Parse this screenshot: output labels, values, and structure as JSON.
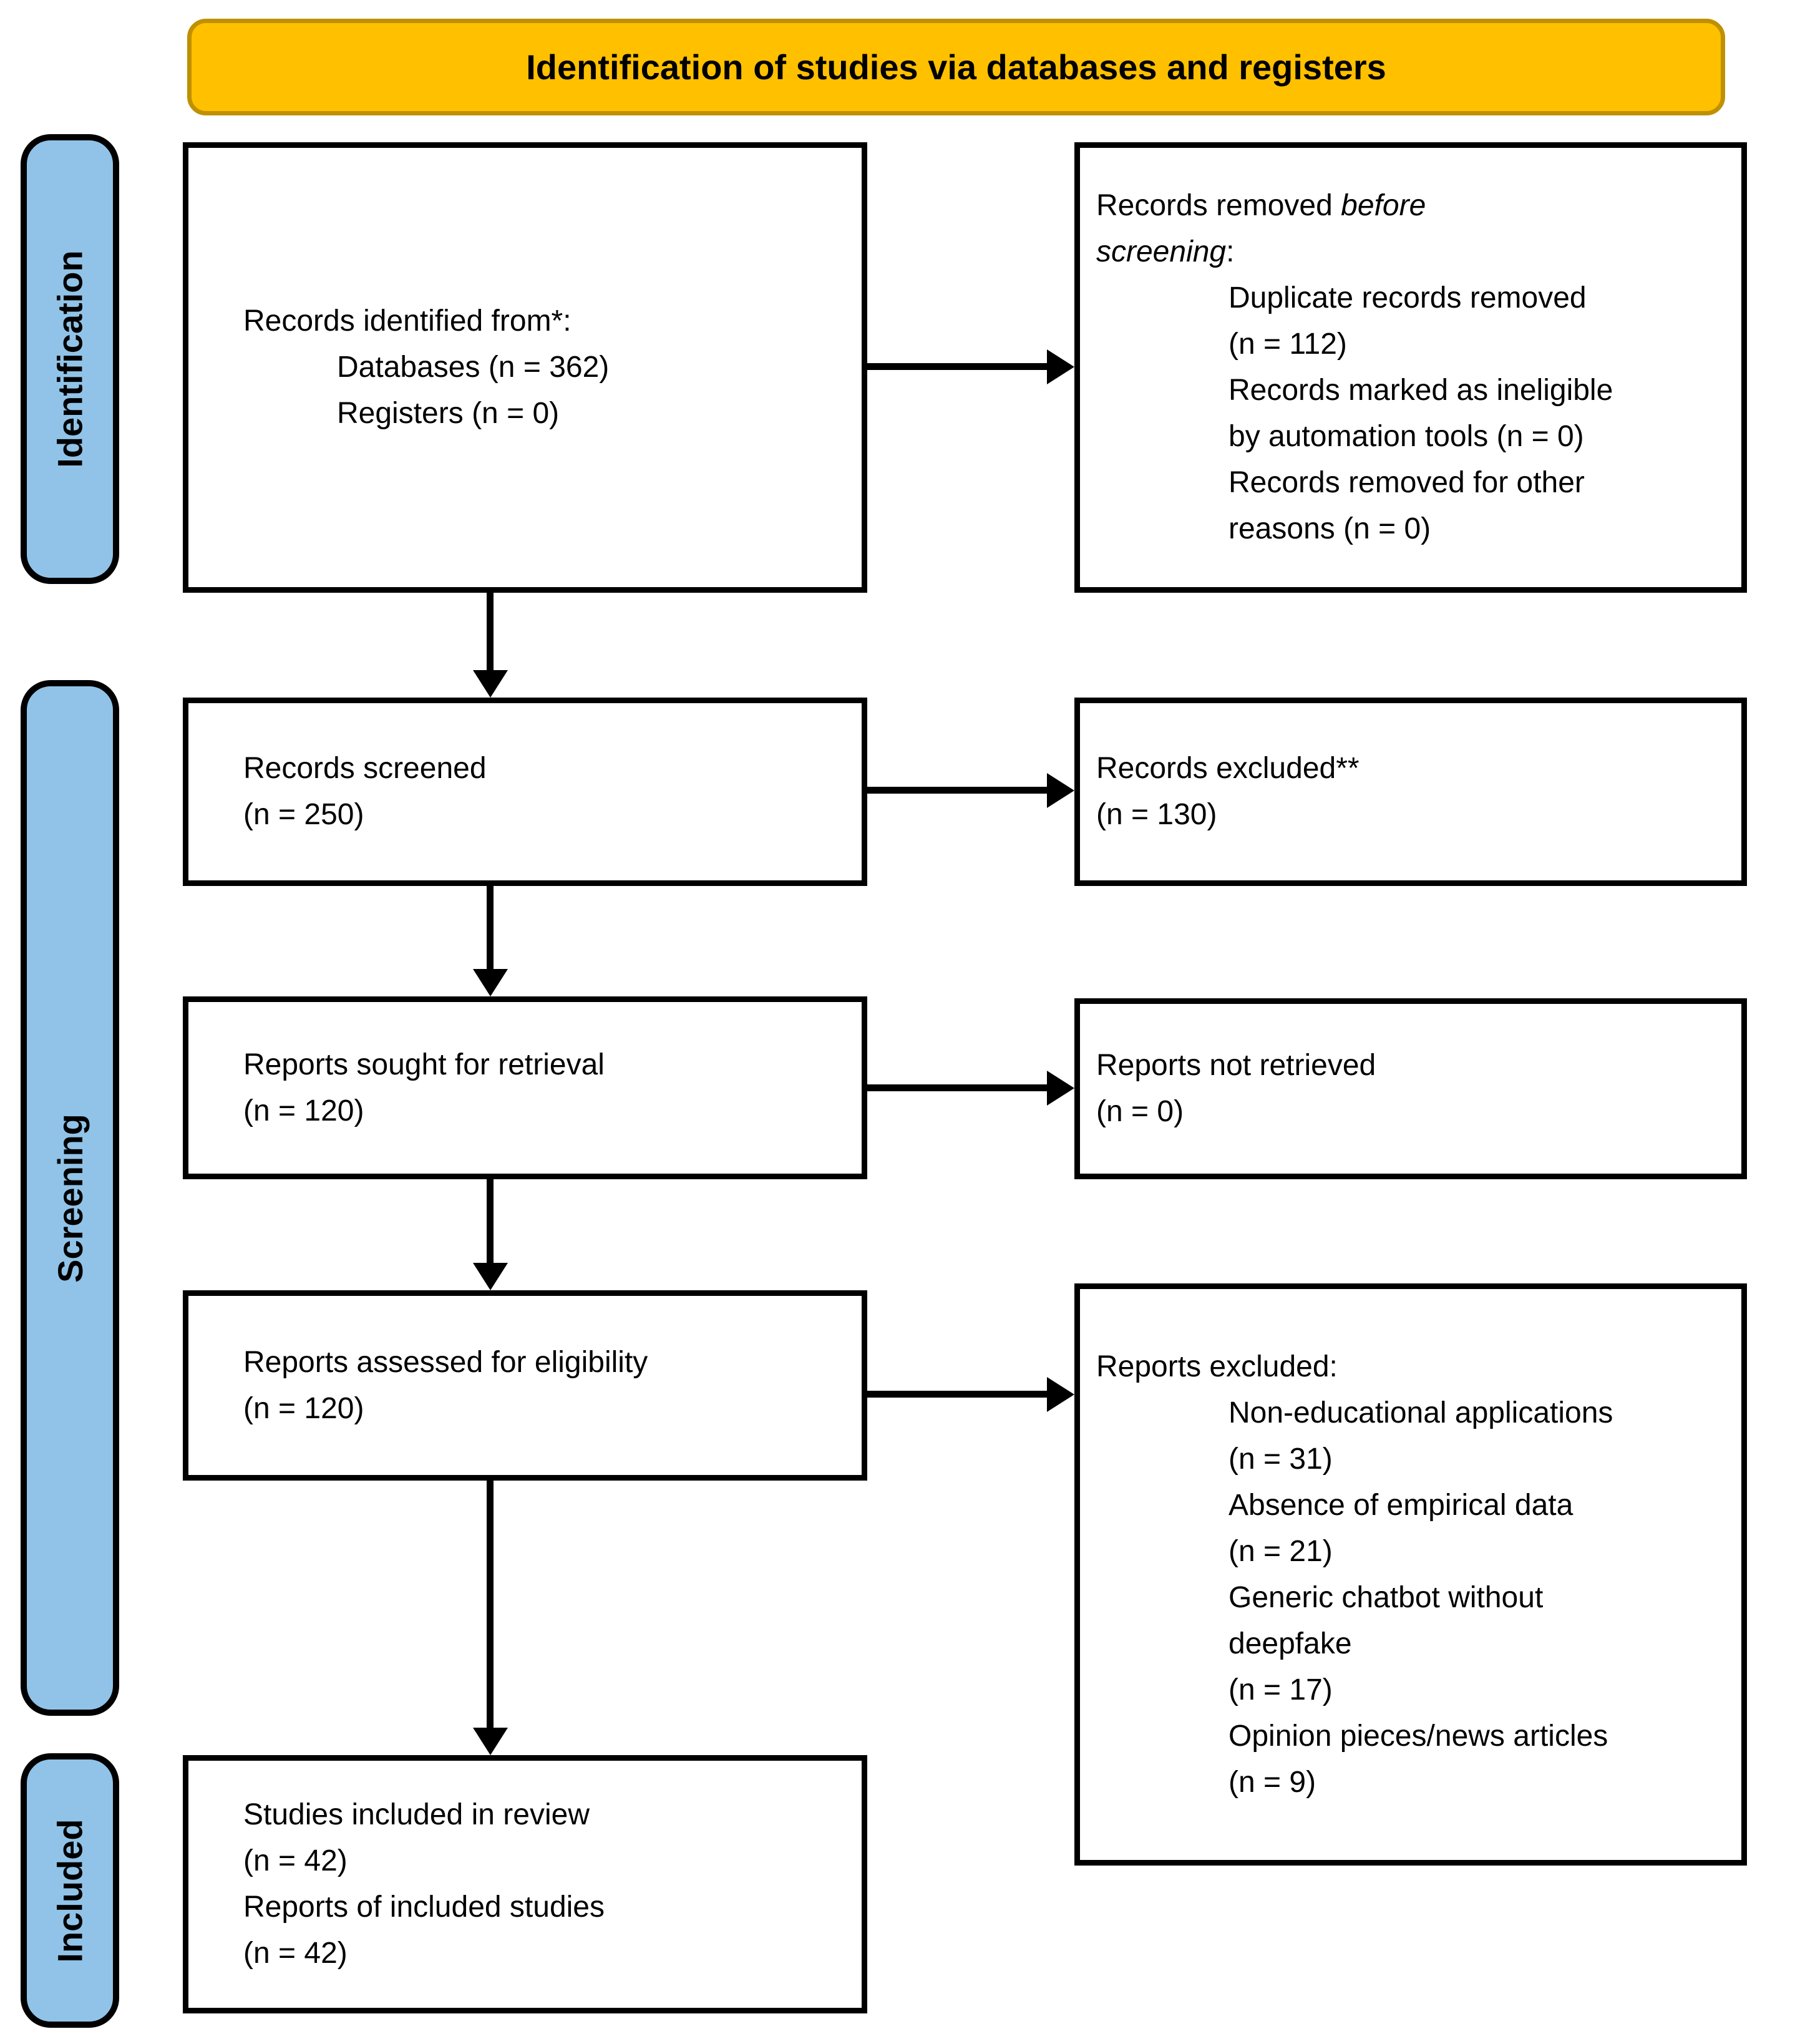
{
  "banner": {
    "title": "Identification of studies via databases and registers"
  },
  "stages": {
    "identification": "Identification",
    "screening": "Screening",
    "included": "Included"
  },
  "colors": {
    "banner_fill": "#FFC000",
    "banner_border": "#BF9000",
    "stage_fill": "#91C3E8",
    "box_border": "#000000"
  },
  "boxes": {
    "records_identified": {
      "lines": [
        "Records identified from*:",
        "Databases (n = 362)",
        "Registers (n = 0)"
      ]
    },
    "records_removed": {
      "line0_text": "Records removed ",
      "line0_italic": "before",
      "line1_italic": "screening",
      "line1_text": ":",
      "lines": [
        "Duplicate records removed",
        "(n = 112)",
        "Records marked as ineligible",
        "by automation tools (n = 0)",
        "Records removed for other",
        "reasons (n = 0)"
      ]
    },
    "records_screened": {
      "lines": [
        "Records screened",
        "(n = 250)"
      ]
    },
    "records_excluded": {
      "lines": [
        "Records excluded**",
        "(n = 130)"
      ]
    },
    "reports_sought": {
      "lines": [
        "Reports sought for retrieval",
        "(n = 120)"
      ]
    },
    "reports_not_retrieved": {
      "lines": [
        "Reports not retrieved",
        "(n = 0)"
      ]
    },
    "reports_assessed": {
      "lines": [
        "Reports assessed for eligibility",
        "(n = 120)"
      ]
    },
    "reports_excluded": {
      "lines": [
        "Reports excluded:",
        "Non-educational applications",
        "(n = 31)",
        "Absence of empirical data",
        "(n = 21)",
        "Generic chatbot without",
        "deepfake",
        "(n = 17)",
        "Opinion pieces/news articles",
        "(n = 9)"
      ]
    },
    "studies_included": {
      "lines": [
        "Studies included in review",
        "(n = 42)",
        "Reports of included studies",
        "(n = 42)"
      ]
    }
  }
}
